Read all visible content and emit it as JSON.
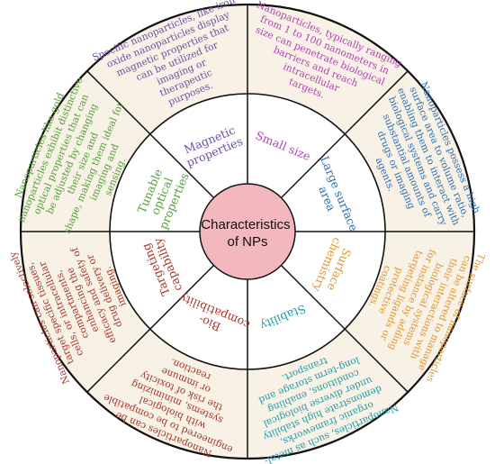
{
  "center": {
    "lines": [
      "Characteristics",
      "of NPs"
    ]
  },
  "colors": {
    "center_fill": "#f2b8bd",
    "ring": "#f7f1e6",
    "stroke": "#111111"
  },
  "segments": [
    {
      "key": "small_size",
      "color": "#b73fb6",
      "inner": [
        "Small size"
      ],
      "outer": [
        "Nanoparticles, typically ranging",
        "from 1 to 100 nanometers in",
        "size can penetrate biological",
        "barriers and reach",
        "intracellular",
        "targets."
      ]
    },
    {
      "key": "large_surface_area",
      "color": "#2c6fb5",
      "inner": [
        "Large surface",
        "area"
      ],
      "outer": [
        "Nanoparticles possess a high",
        "surface area to volume ratio,",
        "enabling them to interact with",
        "biological systems and carry",
        "substantial amounts of",
        "drugs or imaging",
        "agents."
      ]
    },
    {
      "key": "surface_chemistry",
      "color": "#e2962f",
      "inner": [
        "Surface",
        "chemistry"
      ],
      "outer": [
        "The surface of nanoparticles",
        "can be altered to manage",
        "their interactions with",
        "biological systems",
        "for instance by adding",
        "targeting ligands or",
        "protective",
        "coatings."
      ]
    },
    {
      "key": "stability",
      "color": "#1c9da8",
      "inner": [
        "Stability"
      ],
      "outer": [
        "Nanoparticles, such as metal-",
        "organic frameworks,",
        "demonstrate high stability",
        "under diverse biological",
        "conditions, enabling",
        "long-term storage and",
        "transport."
      ]
    },
    {
      "key": "biocompatibility",
      "color": "#a6362b",
      "inner": [
        "Bio-",
        "compatibility"
      ],
      "outer": [
        "Nanoparticles can be",
        "engineered to be compatible",
        "with biological",
        "systems, minimizing",
        "the risk of toxicity",
        "or immune",
        "reaction."
      ]
    },
    {
      "key": "targeting_capability",
      "color": "#a6362b",
      "inner": [
        "Targeting",
        "capability"
      ],
      "outer": [
        "Nanoparticles can selectively",
        "target specific tissues,",
        "cells, or intracellular",
        "compartments,",
        "enhancing the",
        "efficacy and safety of",
        "drug delivery or",
        "imaging."
      ]
    },
    {
      "key": "tunable_optical_properties",
      "color": "#55a13a",
      "inner": [
        "Tunable",
        "optical",
        "properties"
      ],
      "outer": [
        "Nanoparticles like gold",
        "nanoparticles exhibit distinctive",
        "optical properties that can",
        "be adjusted by changing",
        "their size and",
        "shape, making them ideal for",
        "imaging and",
        "sensing."
      ]
    },
    {
      "key": "magnetic_properties",
      "color": "#6e4ea4",
      "inner": [
        "Magnetic",
        "properties"
      ],
      "outer": [
        "Specific nanoparticles, like iron",
        "oxide nanoparticles display",
        "magnetic properties that",
        "can be utilized for",
        "imaging or",
        "therapeutic",
        "purposes."
      ]
    }
  ]
}
